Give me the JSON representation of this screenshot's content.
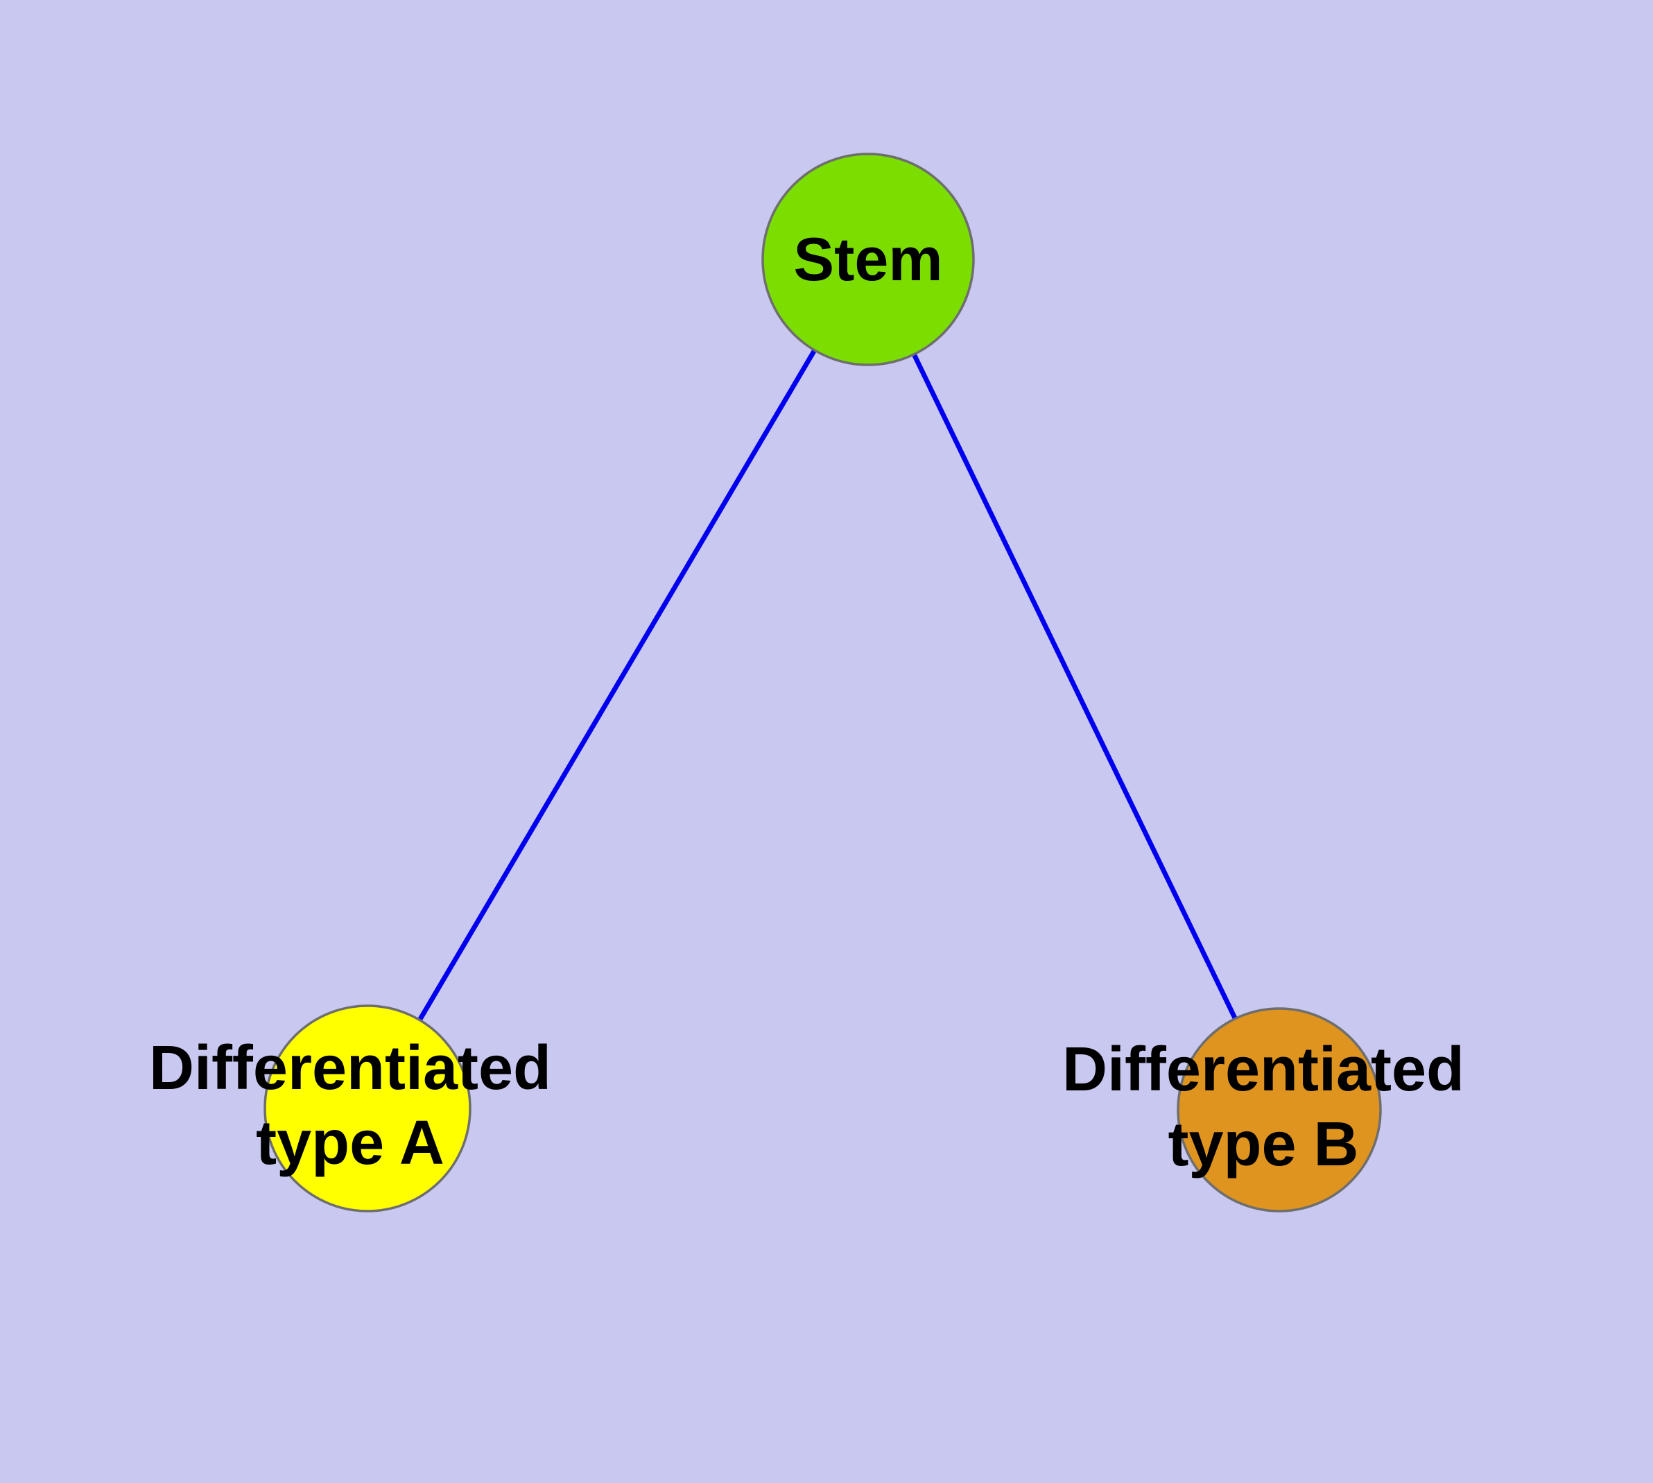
{
  "diagram": {
    "title": "",
    "background_color": "#c8c8f0",
    "edge_color": "#0000ee",
    "node_border_color": "#6e6e6e",
    "nodes": {
      "stem": {
        "label": "Stem",
        "color": "#7cdd00"
      },
      "type_a": {
        "label": "Differentiated type A",
        "label_lines": [
          "Differentiated",
          "type A"
        ],
        "color": "#ffff00"
      },
      "type_b": {
        "label": "Differentiated type B",
        "label_lines": [
          "Differentiated",
          "type B"
        ],
        "color": "#df941f"
      }
    },
    "edges": [
      {
        "from": "Stem",
        "to": "Differentiated type A"
      },
      {
        "from": "Stem",
        "to": "Differentiated type B"
      }
    ]
  }
}
